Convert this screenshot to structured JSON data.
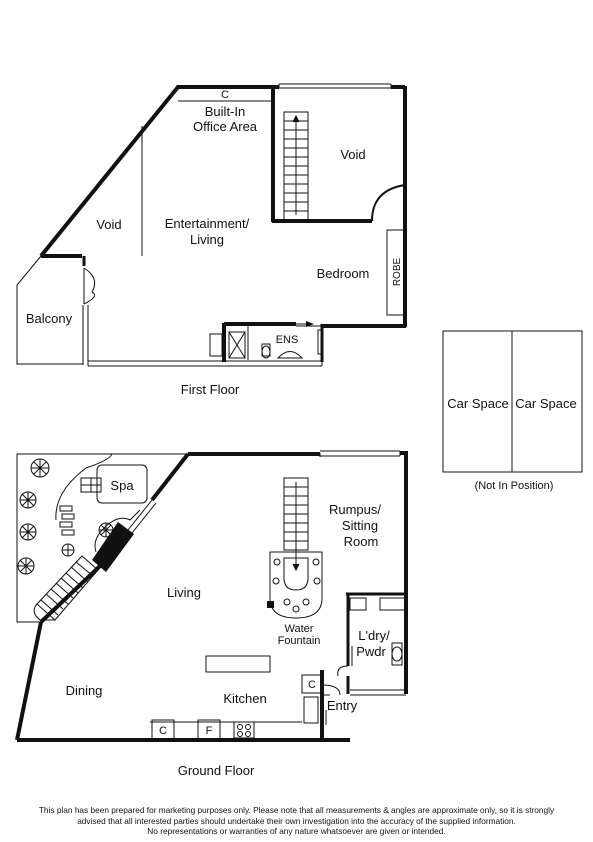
{
  "first_floor": {
    "title": "First Floor",
    "rooms": {
      "cupboard": "C",
      "office_line1": "Built-In",
      "office_line2": "Office Area",
      "void_right": "Void",
      "void_left": "Void",
      "living_line1": "Entertainment/",
      "living_line2": "Living",
      "bedroom": "Bedroom",
      "robe": "ROBE",
      "balcony": "Balcony",
      "ensuite": "ENS"
    }
  },
  "ground_floor": {
    "title": "Ground Floor",
    "rooms": {
      "spa": "Spa",
      "rumpus_line1": "Rumpus/",
      "rumpus_line2": "Sitting",
      "rumpus_line3": "Room",
      "living": "Living",
      "fountain_line1": "Water",
      "fountain_line2": "Fountain",
      "laundry_line1": "L'dry/",
      "laundry_line2": "Pwdr",
      "dining": "Dining",
      "kitchen": "Kitchen",
      "entry": "Entry",
      "cupboard_laundry": "C",
      "cupboard_kitchen": "C",
      "fridge": "F"
    }
  },
  "car_spaces": {
    "space_1": "Car Space",
    "space_2": "Car Space",
    "note": "(Not In Position)"
  },
  "disclaimer": {
    "line1": "This plan has been prepared for marketing purposes only. Please note that all measurements & angles are approximate only, so it is strongly",
    "line2": "advised that all interested parties should undertake their own investigation into the accuracy of the supplied information.",
    "line3": "No representations or warranties of any nature whatsoever are given or intended."
  }
}
